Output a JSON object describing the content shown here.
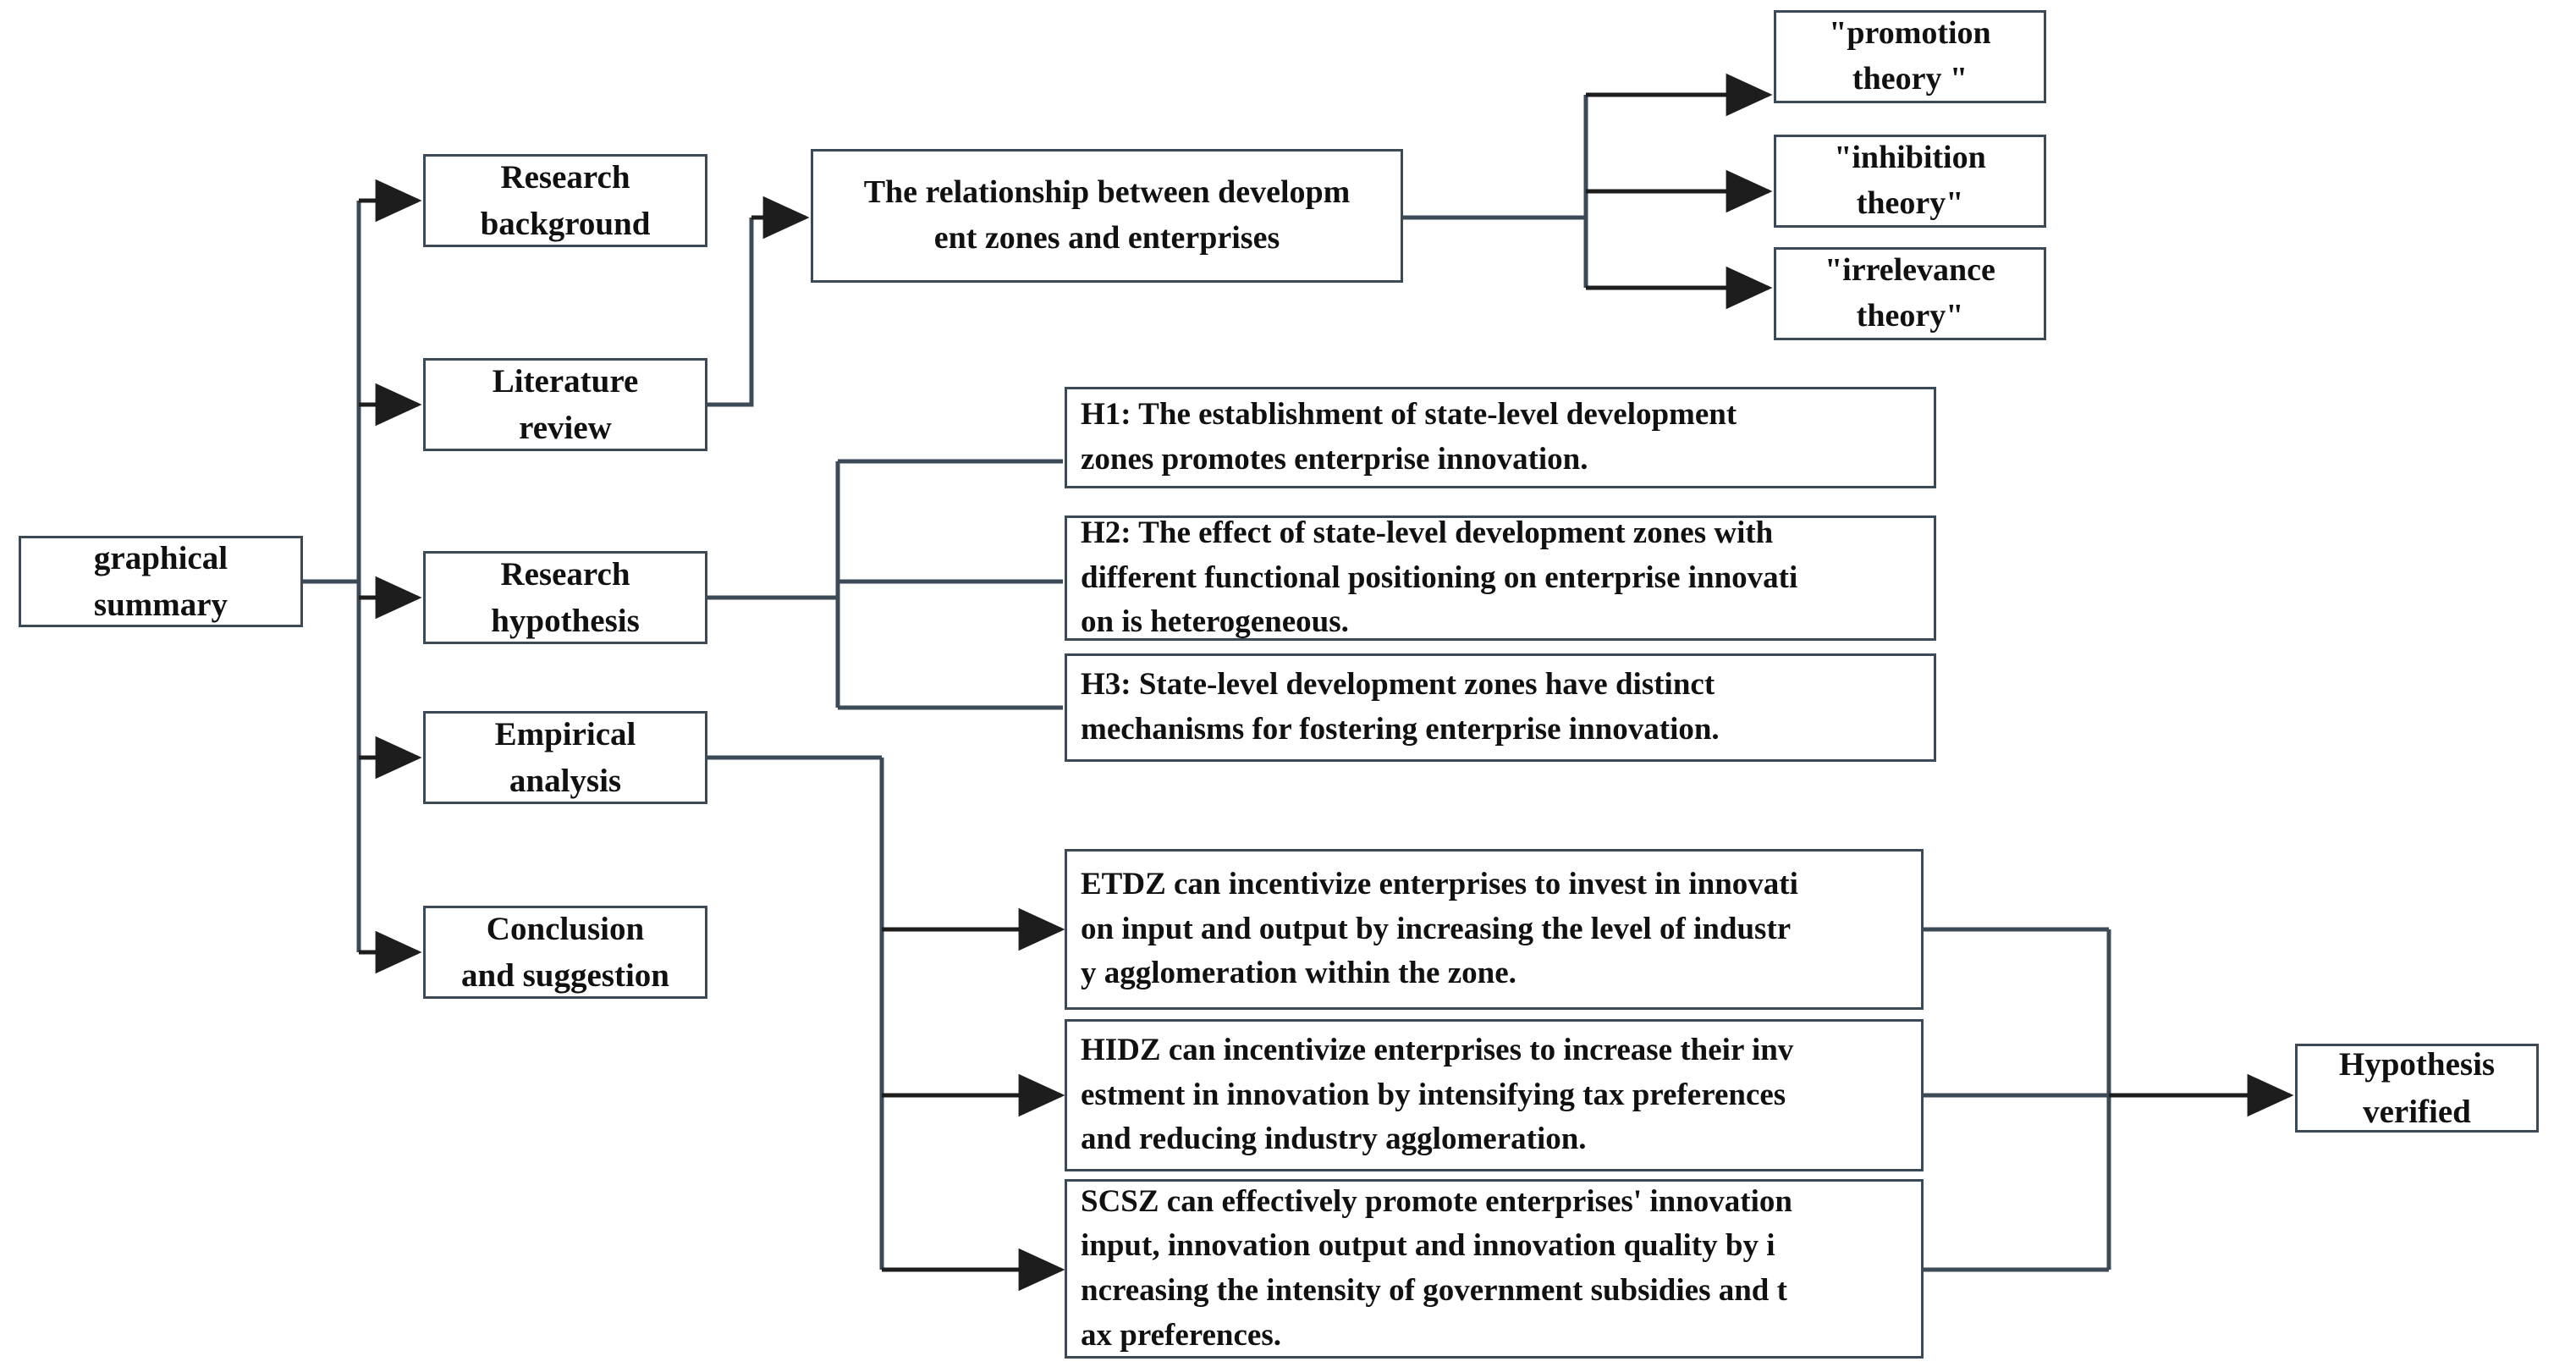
{
  "diagram": {
    "title": "graphical summary",
    "theme": {
      "border_color": "#3c4a58",
      "text_color": "#111111",
      "background": "#ffffff",
      "wire_color": "#3c4a58"
    },
    "root": {
      "label": "graphical\nsummary"
    },
    "sections": [
      {
        "id": "research-background",
        "label": "Research\nbackground"
      },
      {
        "id": "literature-review",
        "label": "Literature\nreview"
      },
      {
        "id": "research-hypothesis",
        "label": "Research\nhypothesis"
      },
      {
        "id": "empirical-analysis",
        "label": "Empirical\nanalysis"
      },
      {
        "id": "conclusion-suggestion",
        "label": "Conclusion\nand suggestion"
      }
    ],
    "relationship": {
      "label": "The relationship between developm\nent zones and enterprises"
    },
    "theories": [
      {
        "id": "promotion-theory",
        "label": "\"promotion\ntheory \""
      },
      {
        "id": "inhibition-theory",
        "label": "\"inhibition\ntheory\""
      },
      {
        "id": "irrelevance-theory",
        "label": "\"irrelevance\ntheory\""
      }
    ],
    "hypotheses": [
      {
        "id": "h1",
        "label": "H1: The establishment of state-level development\nzones promotes enterprise innovation."
      },
      {
        "id": "h2",
        "label": "H2: The effect of state-level development zones with\n different functional positioning on enterprise innovati\non is heterogeneous."
      },
      {
        "id": "h3",
        "label": "H3: State-level development zones have distinct\nmechanisms for fostering enterprise innovation."
      }
    ],
    "mechanisms": [
      {
        "id": "etdz",
        "label": "ETDZ can incentivize enterprises to invest in innovati\non input and output by increasing the level of industr\ny agglomeration within the zone."
      },
      {
        "id": "hidz",
        "label": "HIDZ can incentivize enterprises to increase their inv\nestment in innovation by intensifying tax preferences\nand reducing industry agglomeration."
      },
      {
        "id": "scsz",
        "label": "SCSZ can effectively promote enterprises' innovation\n input, innovation output and innovation quality by i\nncreasing the intensity of government subsidies and t\nax preferences."
      }
    ],
    "conclusion": {
      "label": "Hypothesis\nverified"
    }
  }
}
